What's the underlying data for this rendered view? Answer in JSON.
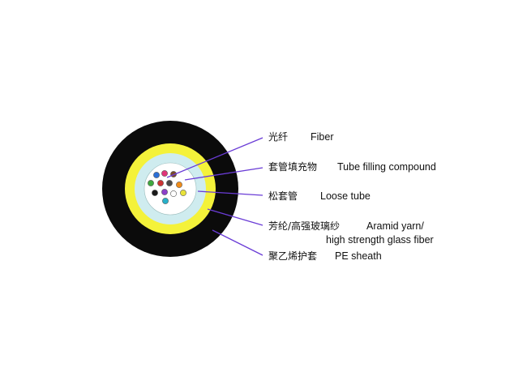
{
  "colors": {
    "sheath": "#0b0b0b",
    "aramid": "#f4f23a",
    "tube": "#cfecef",
    "filling": "#ffffff",
    "leader": "#6a3cd6"
  },
  "fibers": [
    {
      "color": "#2a6fd6"
    },
    {
      "color": "#e0337a"
    },
    {
      "color": "#7a4a2a"
    },
    {
      "color": "#3fa83f"
    },
    {
      "color": "#cc3333"
    },
    {
      "color": "#4a4a4a"
    },
    {
      "color": "#f08c1a"
    },
    {
      "color": "#1a1a1a"
    },
    {
      "color": "#8c3fc9"
    },
    {
      "color": "#ffffff"
    },
    {
      "color": "#e8e23a"
    },
    {
      "color": "#27b0c9"
    }
  ],
  "labels": [
    {
      "id": "fiber",
      "zh": "光纤",
      "en": "Fiber"
    },
    {
      "id": "filling",
      "zh": "套管填充物",
      "en": "Tube filling compound"
    },
    {
      "id": "tube",
      "zh": "松套管",
      "en": "Loose tube"
    },
    {
      "id": "aramid",
      "zh": "芳纶/高强玻璃纱",
      "en": "Aramid yarn/",
      "en2": "high strength glass fiber"
    },
    {
      "id": "sheath",
      "zh": "聚乙烯护套",
      "en": "PE sheath"
    }
  ]
}
